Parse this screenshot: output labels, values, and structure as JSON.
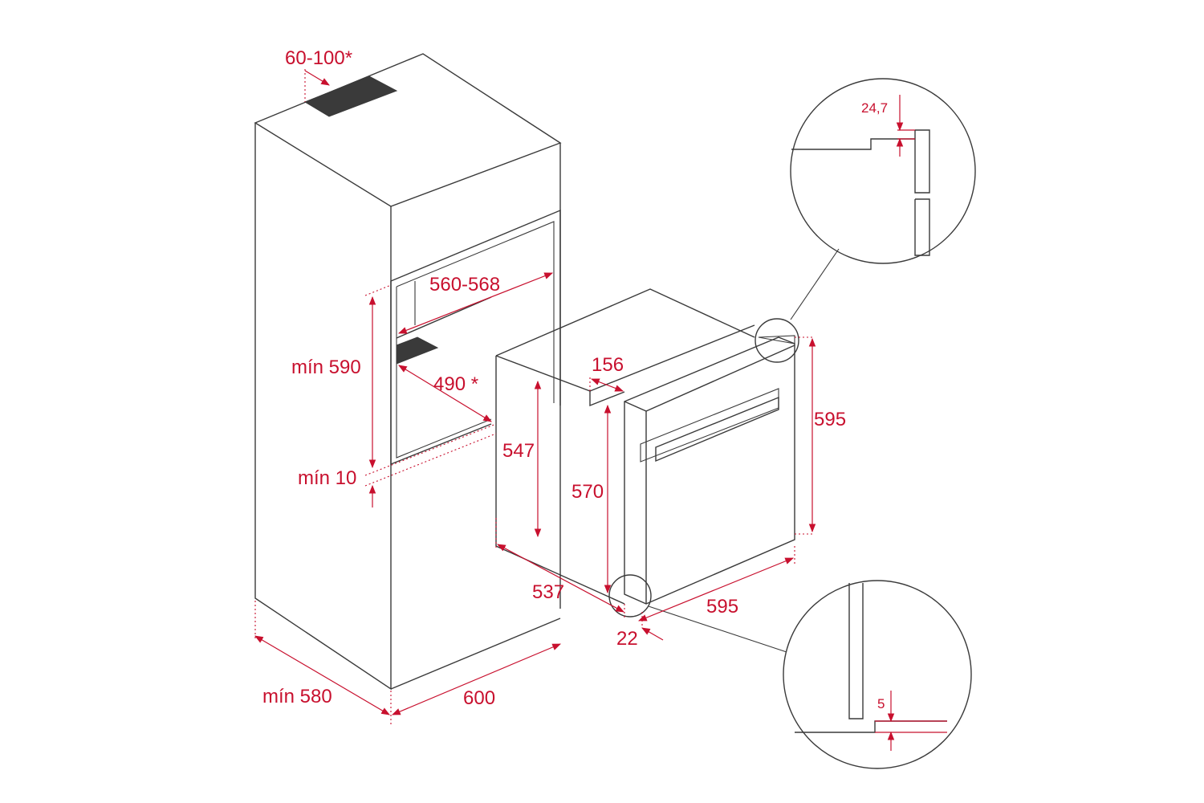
{
  "dimensions": {
    "gap_top": "60-100*",
    "niche_width": "560-568",
    "niche_height": "mín 590",
    "gap_bottom_min": "mín 10",
    "cabinet_depth": "mín 580",
    "cabinet_width": "600",
    "rear_cutout": "490 *",
    "oven_depth": "537",
    "oven_body_height": "547",
    "step_depth": "156",
    "front_inner_height": "570",
    "front_height": "595",
    "front_width": "595",
    "front_thickness": "22",
    "detail_top_offset": "24,7",
    "detail_bottom_offset": "5"
  },
  "colors": {
    "line": "#3a3a3a",
    "dimension": "#c8102e"
  }
}
